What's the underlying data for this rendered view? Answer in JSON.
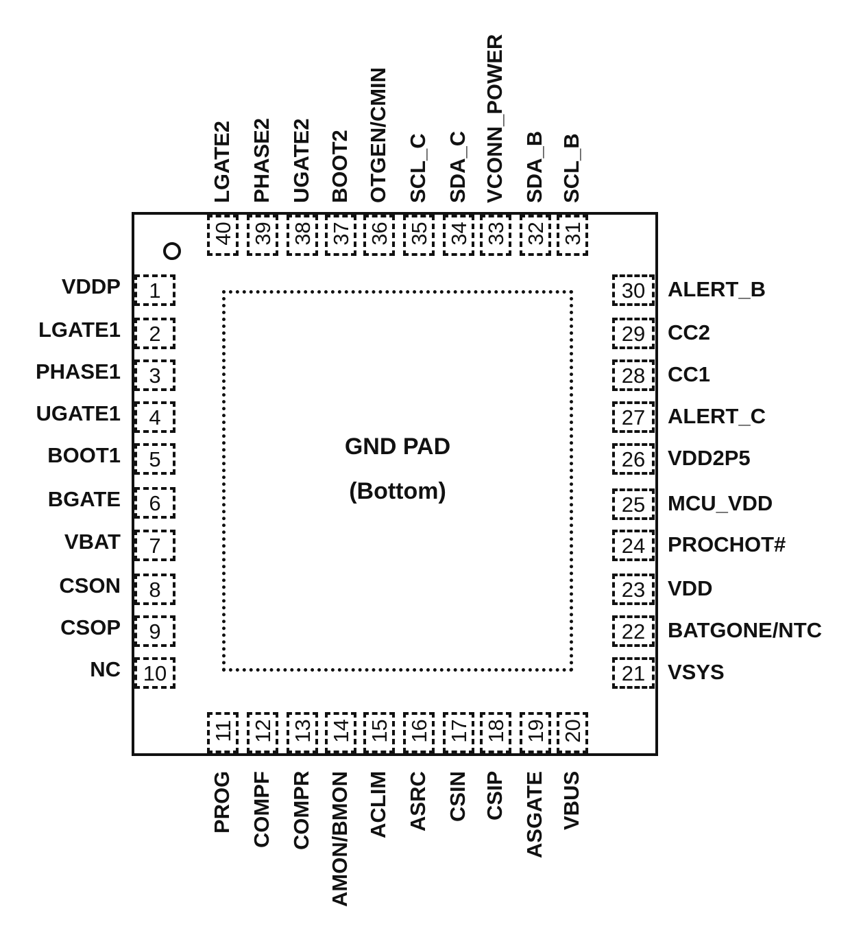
{
  "center_pad": {
    "line1": "GND PAD",
    "line2": "(Bottom)"
  },
  "pins": {
    "left": [
      {
        "num": "1",
        "name": "VDDP"
      },
      {
        "num": "2",
        "name": "LGATE1"
      },
      {
        "num": "3",
        "name": "PHASE1"
      },
      {
        "num": "4",
        "name": "UGATE1"
      },
      {
        "num": "5",
        "name": "BOOT1"
      },
      {
        "num": "6",
        "name": "BGATE"
      },
      {
        "num": "7",
        "name": "VBAT"
      },
      {
        "num": "8",
        "name": "CSON"
      },
      {
        "num": "9",
        "name": "CSOP"
      },
      {
        "num": "10",
        "name": "NC"
      }
    ],
    "bottom": [
      {
        "num": "11",
        "name": "PROG"
      },
      {
        "num": "12",
        "name": "COMPF"
      },
      {
        "num": "13",
        "name": "COMPR"
      },
      {
        "num": "14",
        "name": "AMON/BMON"
      },
      {
        "num": "15",
        "name": "ACLIM"
      },
      {
        "num": "16",
        "name": "ASRC"
      },
      {
        "num": "17",
        "name": "CSIN"
      },
      {
        "num": "18",
        "name": "CSIP"
      },
      {
        "num": "19",
        "name": "ASGATE"
      },
      {
        "num": "20",
        "name": "VBUS"
      }
    ],
    "right": [
      {
        "num": "21",
        "name": "VSYS"
      },
      {
        "num": "22",
        "name": "BATGONE/NTC"
      },
      {
        "num": "23",
        "name": "VDD"
      },
      {
        "num": "24",
        "name": "PROCHOT#"
      },
      {
        "num": "25",
        "name": "MCU_VDD"
      },
      {
        "num": "26",
        "name": "VDD2P5"
      },
      {
        "num": "27",
        "name": "ALERT_C"
      },
      {
        "num": "28",
        "name": "CC1"
      },
      {
        "num": "29",
        "name": "CC2"
      },
      {
        "num": "30",
        "name": "ALERT_B"
      }
    ],
    "top": [
      {
        "num": "31",
        "name": "SCL_B"
      },
      {
        "num": "32",
        "name": "SDA_B"
      },
      {
        "num": "33",
        "name": "VCONN_POWER"
      },
      {
        "num": "34",
        "name": "SDA_C"
      },
      {
        "num": "35",
        "name": "SCL_C"
      },
      {
        "num": "36",
        "name": "OTGEN/CMIN"
      },
      {
        "num": "37",
        "name": "BOOT2"
      },
      {
        "num": "38",
        "name": "UGATE2"
      },
      {
        "num": "39",
        "name": "PHASE2"
      },
      {
        "num": "40",
        "name": "LGATE2"
      }
    ]
  }
}
